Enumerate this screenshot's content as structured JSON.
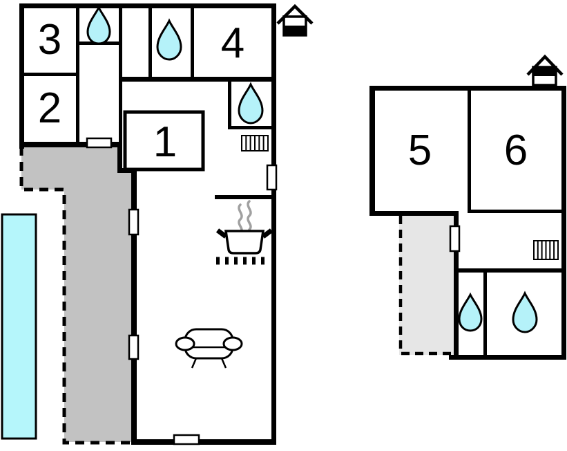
{
  "floorplan": {
    "type": "house-floor-plan",
    "buildings": {
      "ground_floor": "left",
      "upper_floor": "right"
    },
    "colors": {
      "wall": "#000000",
      "water": "#b5f2f9",
      "pool": "#b5f6fb",
      "terrace_ground": "#c2c2c2",
      "terrace_upper": "#e6e6e6",
      "steam": "#a0a0a0",
      "background": "#ffffff"
    },
    "rooms": [
      {
        "id": "room-1",
        "label": "1"
      },
      {
        "id": "room-2",
        "label": "2"
      },
      {
        "id": "room-3",
        "label": "3"
      },
      {
        "id": "room-4",
        "label": "4"
      },
      {
        "id": "room-5",
        "label": "5"
      },
      {
        "id": "room-6",
        "label": "6"
      }
    ],
    "icons": {
      "water_drops": 5,
      "radiators": 2,
      "house_markers": 2,
      "stove_pots": 1,
      "sofas": 1,
      "pools": 1,
      "door_openings": 6
    }
  }
}
